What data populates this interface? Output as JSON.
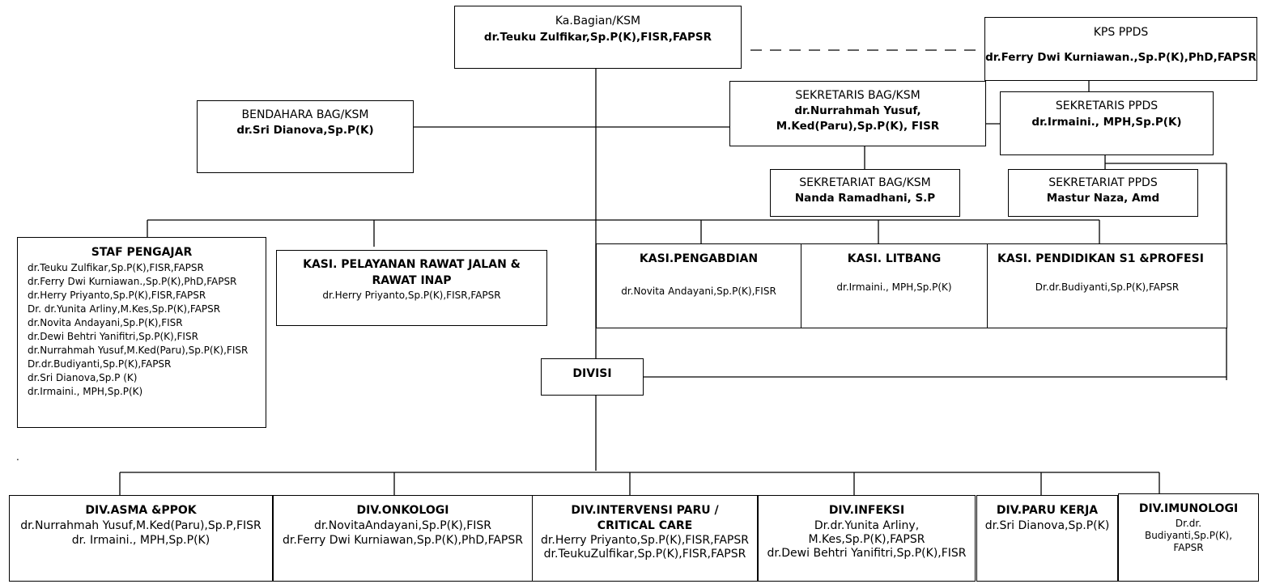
{
  "kabag": {
    "title": "Ka.Bagian/KSM",
    "name": "dr.Teuku Zulfikar,Sp.P(K),FISR,FAPSR"
  },
  "kps": {
    "title": "KPS PPDS",
    "name": "dr.Ferry Dwi Kurniawan.,Sp.P(K),PhD,FAPSR"
  },
  "bendahara": {
    "title": "BENDAHARA BAG/KSM",
    "name": "dr.Sri Dianova,Sp.P(K)"
  },
  "sekretaris_bag": {
    "title": "SEKRETARIS BAG/KSM",
    "name_line1": "dr.Nurrahmah Yusuf,",
    "name_line2": "M.Ked(Paru),Sp.P(K), FISR"
  },
  "sekretaris_ppds": {
    "title": "SEKRETARIS PPDS",
    "name": "dr.Irmaini., MPH,Sp.P(K)"
  },
  "sekretariat_bag": {
    "title": "SEKRETARIAT BAG/KSM",
    "name": "Nanda Ramadhani, S.P"
  },
  "sekretariat_ppds": {
    "title": "SEKRETARIAT PPDS",
    "name": "Mastur Naza, Amd"
  },
  "staf": {
    "title": "STAF PENGAJAR",
    "members": [
      "dr.Teuku Zulfikar,Sp.P(K),FISR,FAPSR",
      "dr.Ferry Dwi Kurniawan.,Sp.P(K),PhD,FAPSR",
      "dr.Herry Priyanto,Sp.P(K),FISR,FAPSR",
      "Dr. dr.Yunita Arliny,M.Kes,Sp.P(K),FAPSR",
      "dr.Novita Andayani,Sp.P(K),FISR",
      "dr.Dewi Behtri Yanifitri,Sp.P(K),FISR",
      "dr.Nurrahmah Yusuf,M.Ked(Paru),Sp.P(K),FISR",
      "Dr.dr.Budiyanti,Sp.P(K),FAPSR",
      "dr.Sri Dianova,Sp.P (K)",
      "dr.Irmaini., MPH,Sp.P(K)"
    ]
  },
  "kasi_pelayanan": {
    "title_line1": "KASI. PELAYANAN RAWAT JALAN &",
    "title_line2": "RAWAT INAP",
    "name": "dr.Herry Priyanto,Sp.P(K),FISR,FAPSR"
  },
  "kasi_pengabdian": {
    "title": "KASI.PENGABDIAN",
    "name": "dr.Novita Andayani,Sp.P(K),FISR"
  },
  "kasi_litbang": {
    "title": "KASI. LITBANG",
    "name": "dr.Irmaini., MPH,Sp.P(K)"
  },
  "kasi_pendidikan": {
    "title": "KASI. PENDIDIKAN S1 &PROFESI",
    "name": "Dr.dr.Budiyanti,Sp.P(K),FAPSR"
  },
  "divisi": {
    "title": "DIVISI"
  },
  "dot": ".",
  "div_asma": {
    "title": "DIV.ASMA &PPOK",
    "line1": "dr.Nurrahmah Yusuf,M.Ked(Paru),Sp.P,FISR",
    "line2": "dr. Irmaini., MPH,Sp.P(K)"
  },
  "div_onkologi": {
    "title": "DIV.ONKOLOGI",
    "line1": "dr.NovitaAndayani,Sp.P(K),FISR",
    "line2": "dr.Ferry Dwi Kurniawan,Sp.P(K),PhD,FAPSR"
  },
  "div_intervensi": {
    "title_line1": "DIV.INTERVENSI PARU /",
    "title_line2": "CRITICAL CARE",
    "line1": "dr.Herry Priyanto,Sp.P(K),FISR,FAPSR",
    "line2": "dr.TeukuZulfikar,Sp.P(K),FISR,FAPSR"
  },
  "div_infeksi": {
    "title": "DIV.INFEKSI",
    "line1": "Dr.dr.Yunita Arliny,",
    "line2": "M.Kes,Sp.P(K),FAPSR",
    "line3": "dr.Dewi Behtri Yanifitri,Sp.P(K),FISR"
  },
  "div_paru_kerja": {
    "title": "DIV.PARU KERJA",
    "line1": "dr.Sri Dianova,Sp.P(K)"
  },
  "div_imunologi": {
    "title": "DIV.IMUNOLOGI",
    "line1": "Dr.dr.",
    "line2": "Budiyanti,Sp.P(K),",
    "line3": "FAPSR"
  }
}
